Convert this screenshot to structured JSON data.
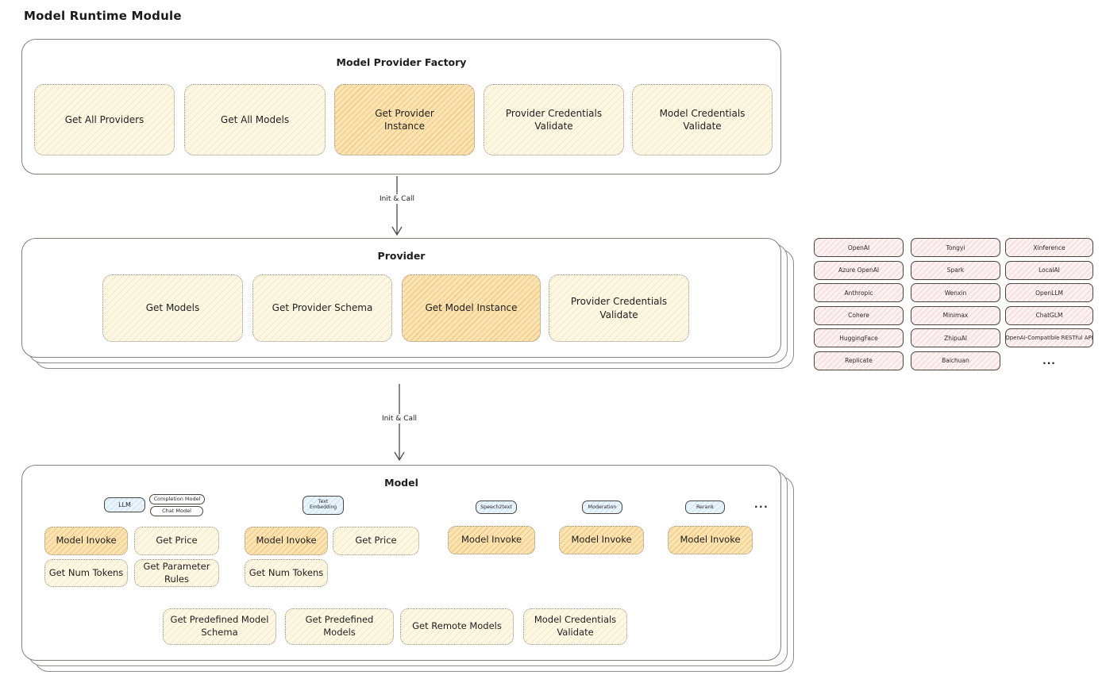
{
  "page": {
    "title": "Model Runtime Module"
  },
  "colors": {
    "cream_fill": "#fdf8e6",
    "cream_hatch": "#eed182",
    "highlight_fill": "#fae4b4",
    "highlight_hatch": "#f0ac4e",
    "pink_fill": "#fdf1f1",
    "pink_hatch": "#ebaaaa",
    "blue_fill": "#eaf4fc",
    "blue_hatch": "#96c8f0",
    "box_border": "#82807d",
    "shape_border": "#4a463f",
    "text": "#1e1e1e"
  },
  "factory": {
    "title": "Model Provider Factory",
    "buttons": [
      {
        "label": "Get All Providers",
        "highlighted": false
      },
      {
        "label": "Get All Models",
        "highlighted": false
      },
      {
        "label": "Get Provider\nInstance",
        "highlighted": true
      },
      {
        "label": "Provider Credentials\nValidate",
        "highlighted": false
      },
      {
        "label": "Model Credentials\nValidate",
        "highlighted": false
      }
    ]
  },
  "arrow1": {
    "label": "Init & Call"
  },
  "provider": {
    "title": "Provider",
    "buttons": [
      {
        "label": "Get Models",
        "highlighted": false
      },
      {
        "label": "Get Provider Schema",
        "highlighted": false
      },
      {
        "label": "Get Model Instance",
        "highlighted": true
      },
      {
        "label": "Provider Credentials\nValidate",
        "highlighted": false
      }
    ]
  },
  "providers_grid": {
    "col1": [
      "OpenAI",
      "Azure OpenAI",
      "Anthropic",
      "Cohere",
      "HuggingFace",
      "Replicate"
    ],
    "col2": [
      "Tongyi",
      "Spark",
      "Wenxin",
      "Minimax",
      "ZhipuAI",
      "Baichuan"
    ],
    "col3": [
      "Xinference",
      "LocalAI",
      "OpenLLM",
      "ChatGLM",
      "OpenAI-Compatible RESTful API"
    ],
    "ellipsis": "..."
  },
  "arrow2": {
    "label": "Init & Call"
  },
  "model": {
    "title": "Model",
    "tags": {
      "llm": "LLM",
      "completion": "Completion Model",
      "chat": "Chat Model",
      "text_embedding": "Text\nEmbedding",
      "speech2text": "Speech2text",
      "moderation": "Moderation",
      "rerank": "Rerank",
      "ellipsis": "..."
    },
    "llm_buttons": [
      {
        "label": "Model Invoke",
        "highlighted": true
      },
      {
        "label": "Get Price",
        "highlighted": false
      },
      {
        "label": "Get Num Tokens",
        "highlighted": false
      },
      {
        "label": "Get Parameter\nRules",
        "highlighted": false
      }
    ],
    "embedding_buttons": [
      {
        "label": "Model Invoke",
        "highlighted": true
      },
      {
        "label": "Get Price",
        "highlighted": false
      },
      {
        "label": "Get Num Tokens",
        "highlighted": false
      }
    ],
    "speech_button": {
      "label": "Model Invoke",
      "highlighted": true
    },
    "moderation_button": {
      "label": "Model Invoke",
      "highlighted": true
    },
    "rerank_button": {
      "label": "Model Invoke",
      "highlighted": true
    },
    "bottom_buttons": [
      {
        "label": "Get Predefined Model\nSchema"
      },
      {
        "label": "Get Predefined\nModels"
      },
      {
        "label": "Get Remote Models"
      },
      {
        "label": "Model Credentials\nValidate"
      }
    ]
  }
}
